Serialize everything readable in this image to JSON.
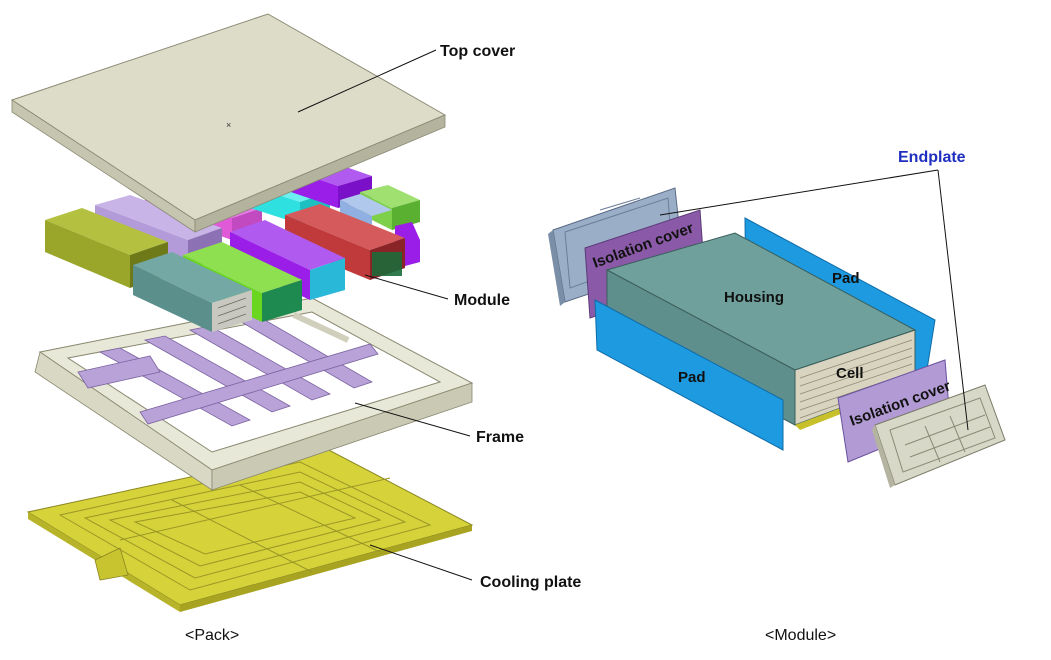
{
  "labels": {
    "top_cover": "Top cover",
    "module": "Module",
    "frame": "Frame",
    "cooling_plate": "Cooling plate",
    "endplate": "Endplate",
    "isolation_cover_left": "Isolation cover",
    "isolation_cover_right": "Isolation cover",
    "housing": "Housing",
    "pad_top": "Pad",
    "pad_bottom": "Pad",
    "cell": "Cell"
  },
  "captions": {
    "pack": "<Pack>",
    "module": "<Module>"
  },
  "colors": {
    "top_cover": "#dcdcc8",
    "frame": "#e8e8d8",
    "frame_ribs": "#b9a2d8",
    "cooling_plate": "#d6d23a",
    "housing": "#5f8f8c",
    "pad": "#1e9be0",
    "isolation_cover": "#8a5aa8",
    "endplate_left": "#9aaec8",
    "endplate_right": "#d8d8c8",
    "endplate_label": "#1f2fbf",
    "module_colors": [
      "#9aa62a",
      "#b39ad8",
      "#e05ad8",
      "#2ee0e0",
      "#9a1ee8",
      "#6ad620",
      "#c0393b",
      "#5a8f8c",
      "#8fb0e0",
      "#7ed04a"
    ]
  }
}
